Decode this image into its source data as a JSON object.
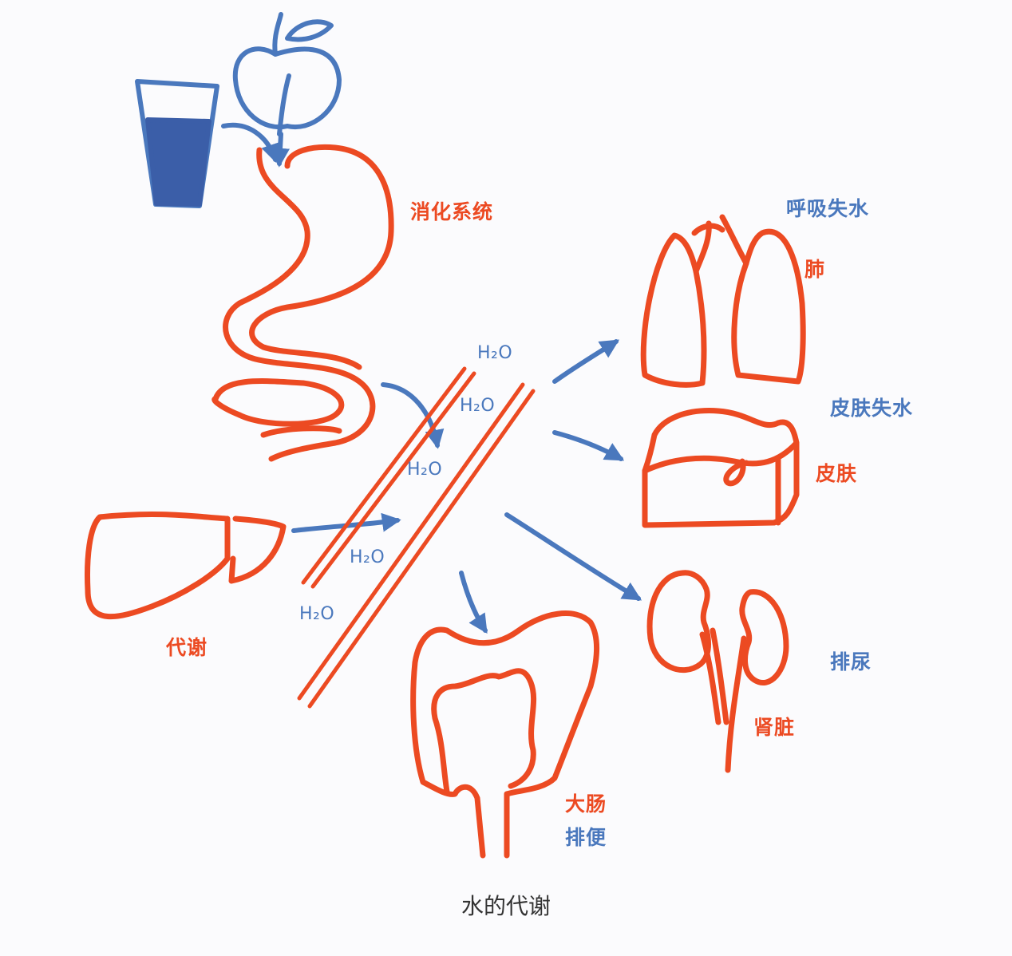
{
  "colors": {
    "organ": "#ec4a22",
    "flow": "#4a78bd",
    "caption": "#333333"
  },
  "labels": {
    "digestive": "消化系统",
    "metabolism": "代谢",
    "respiratory_loss": "呼吸失水",
    "lung": "肺",
    "skin_loss": "皮肤失水",
    "skin": "皮肤",
    "urination": "排尿",
    "kidney": "肾脏",
    "large_intestine": "大肠",
    "defecation": "排便"
  },
  "water_formula": "H₂O",
  "caption": "水的代谢"
}
